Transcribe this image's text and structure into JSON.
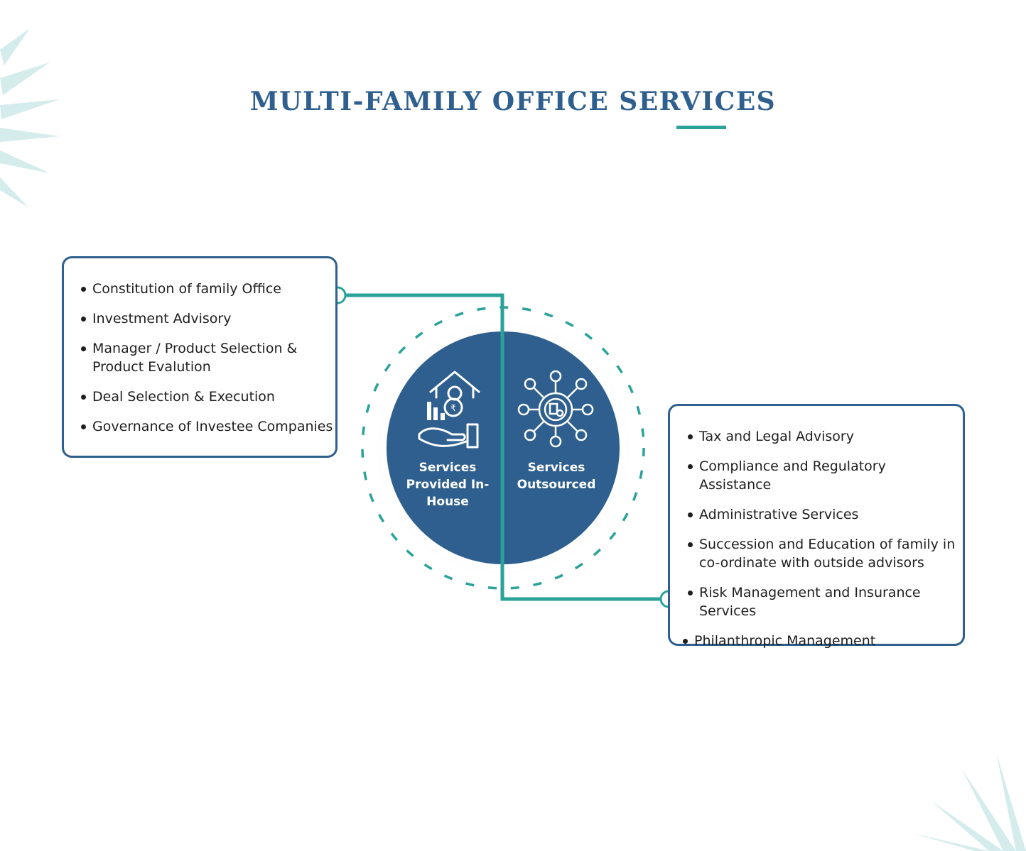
{
  "title": "MULTI-FAMILY OFFICE SERVICES",
  "colors": {
    "primary": "#2e5f8e",
    "accent": "#2aa29a",
    "decoration": "#d4ecec",
    "text": "#1e1e1e"
  },
  "circle": {
    "left_label": "Services Provided In-House",
    "right_label": "Services Outsourced",
    "left_icon": "house-money-hand-icon",
    "right_icon": "network-hub-icon"
  },
  "in_house": {
    "items": [
      "Constitution of family Office",
      "Investment Advisory",
      "Manager / Product Selection & Product Evalution",
      "Deal Selection & Execution",
      "Governance of Investee Companies"
    ]
  },
  "outsourced": {
    "items": [
      "Tax and Legal Advisory",
      "Compliance and Regulatory Assistance",
      "Administrative Services",
      "Succession and Education of family in co-ordinate with outside advisors",
      "Risk Management and Insurance Services",
      "Philanthropic Management"
    ]
  }
}
